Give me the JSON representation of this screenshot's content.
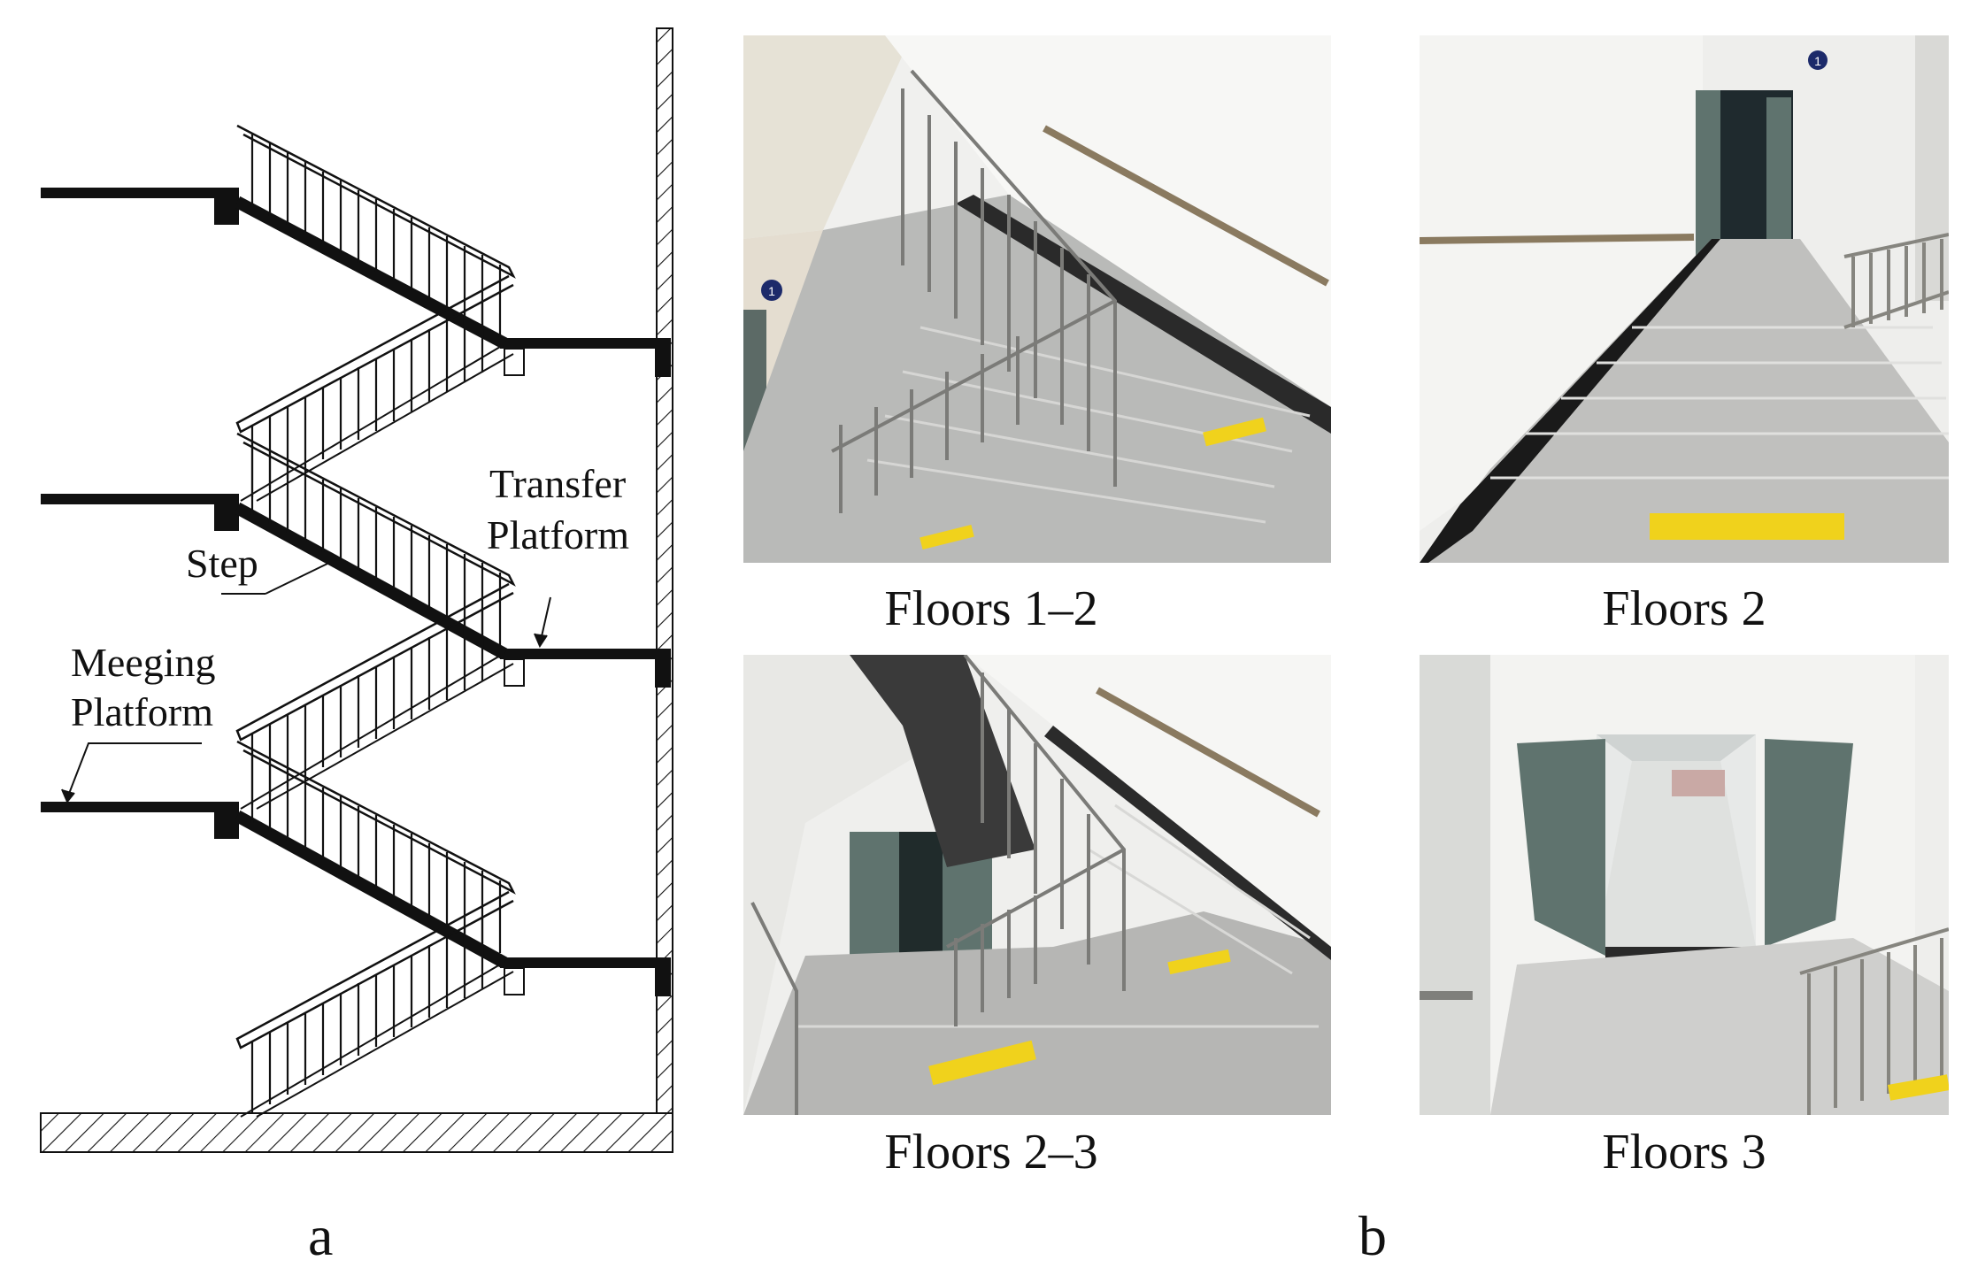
{
  "panel_a": {
    "letter": "a",
    "labels": {
      "transfer_1": "Transfer",
      "transfer_2": "Platform",
      "step": "Step",
      "merging_1": "Meeging",
      "merging_2": "Platform"
    }
  },
  "panel_b": {
    "letter": "b",
    "photos": [
      {
        "caption": "Floors 1–2",
        "sign": "1"
      },
      {
        "caption": "Floors 2",
        "sign": "1"
      },
      {
        "caption": "Floors 2–3"
      },
      {
        "caption": "Floors 3"
      }
    ]
  }
}
